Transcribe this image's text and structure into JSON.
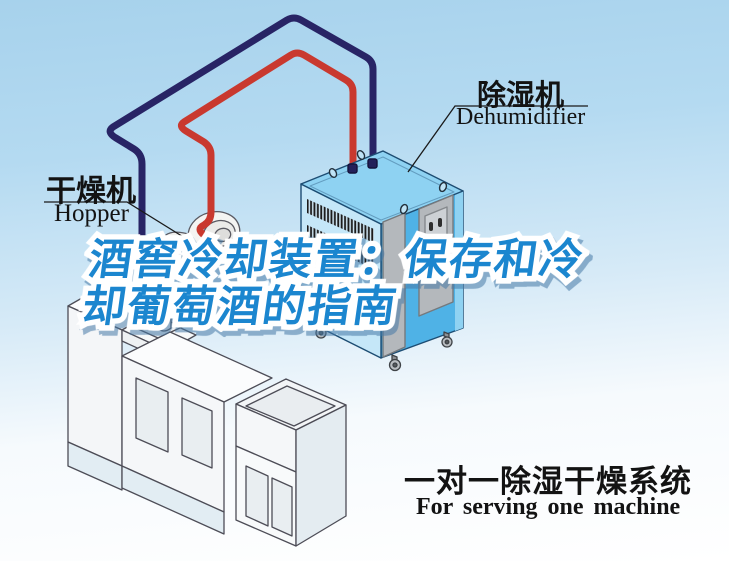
{
  "diagram": {
    "hopper_label": {
      "cn": "干燥机",
      "en": "Hopper"
    },
    "dehumidifier_label": {
      "cn": "除湿机",
      "en": "Dehumidifier"
    },
    "title": {
      "line1": "酒窖冷却装置：保存和冷",
      "line2": "却葡萄酒的指南"
    },
    "caption": {
      "cn": "一对一除湿干燥系统",
      "en": "For serving one machine"
    },
    "machines": {
      "dehumidifier": "dehumidifier-unit",
      "dryer": "hopper-dryer-drum",
      "extruder": "production-machine"
    },
    "pipes": [
      {
        "name": "return-air-pipe",
        "color": "#282465"
      },
      {
        "name": "supply-air-pipe",
        "color": "#c9392f"
      }
    ],
    "colors": {
      "title_blue": "#1b86cf",
      "title_outline": "#ffffff",
      "dehumidifier_body": "#4fb2e6",
      "dehumidifier_top": "#8ed2f2",
      "dehumidifier_front": "#c5e7f8",
      "panel_gray": "#b4b8bc",
      "background_top": "#a7d2ec",
      "background_bottom": "#ffffff",
      "label_text": "#131313"
    }
  }
}
